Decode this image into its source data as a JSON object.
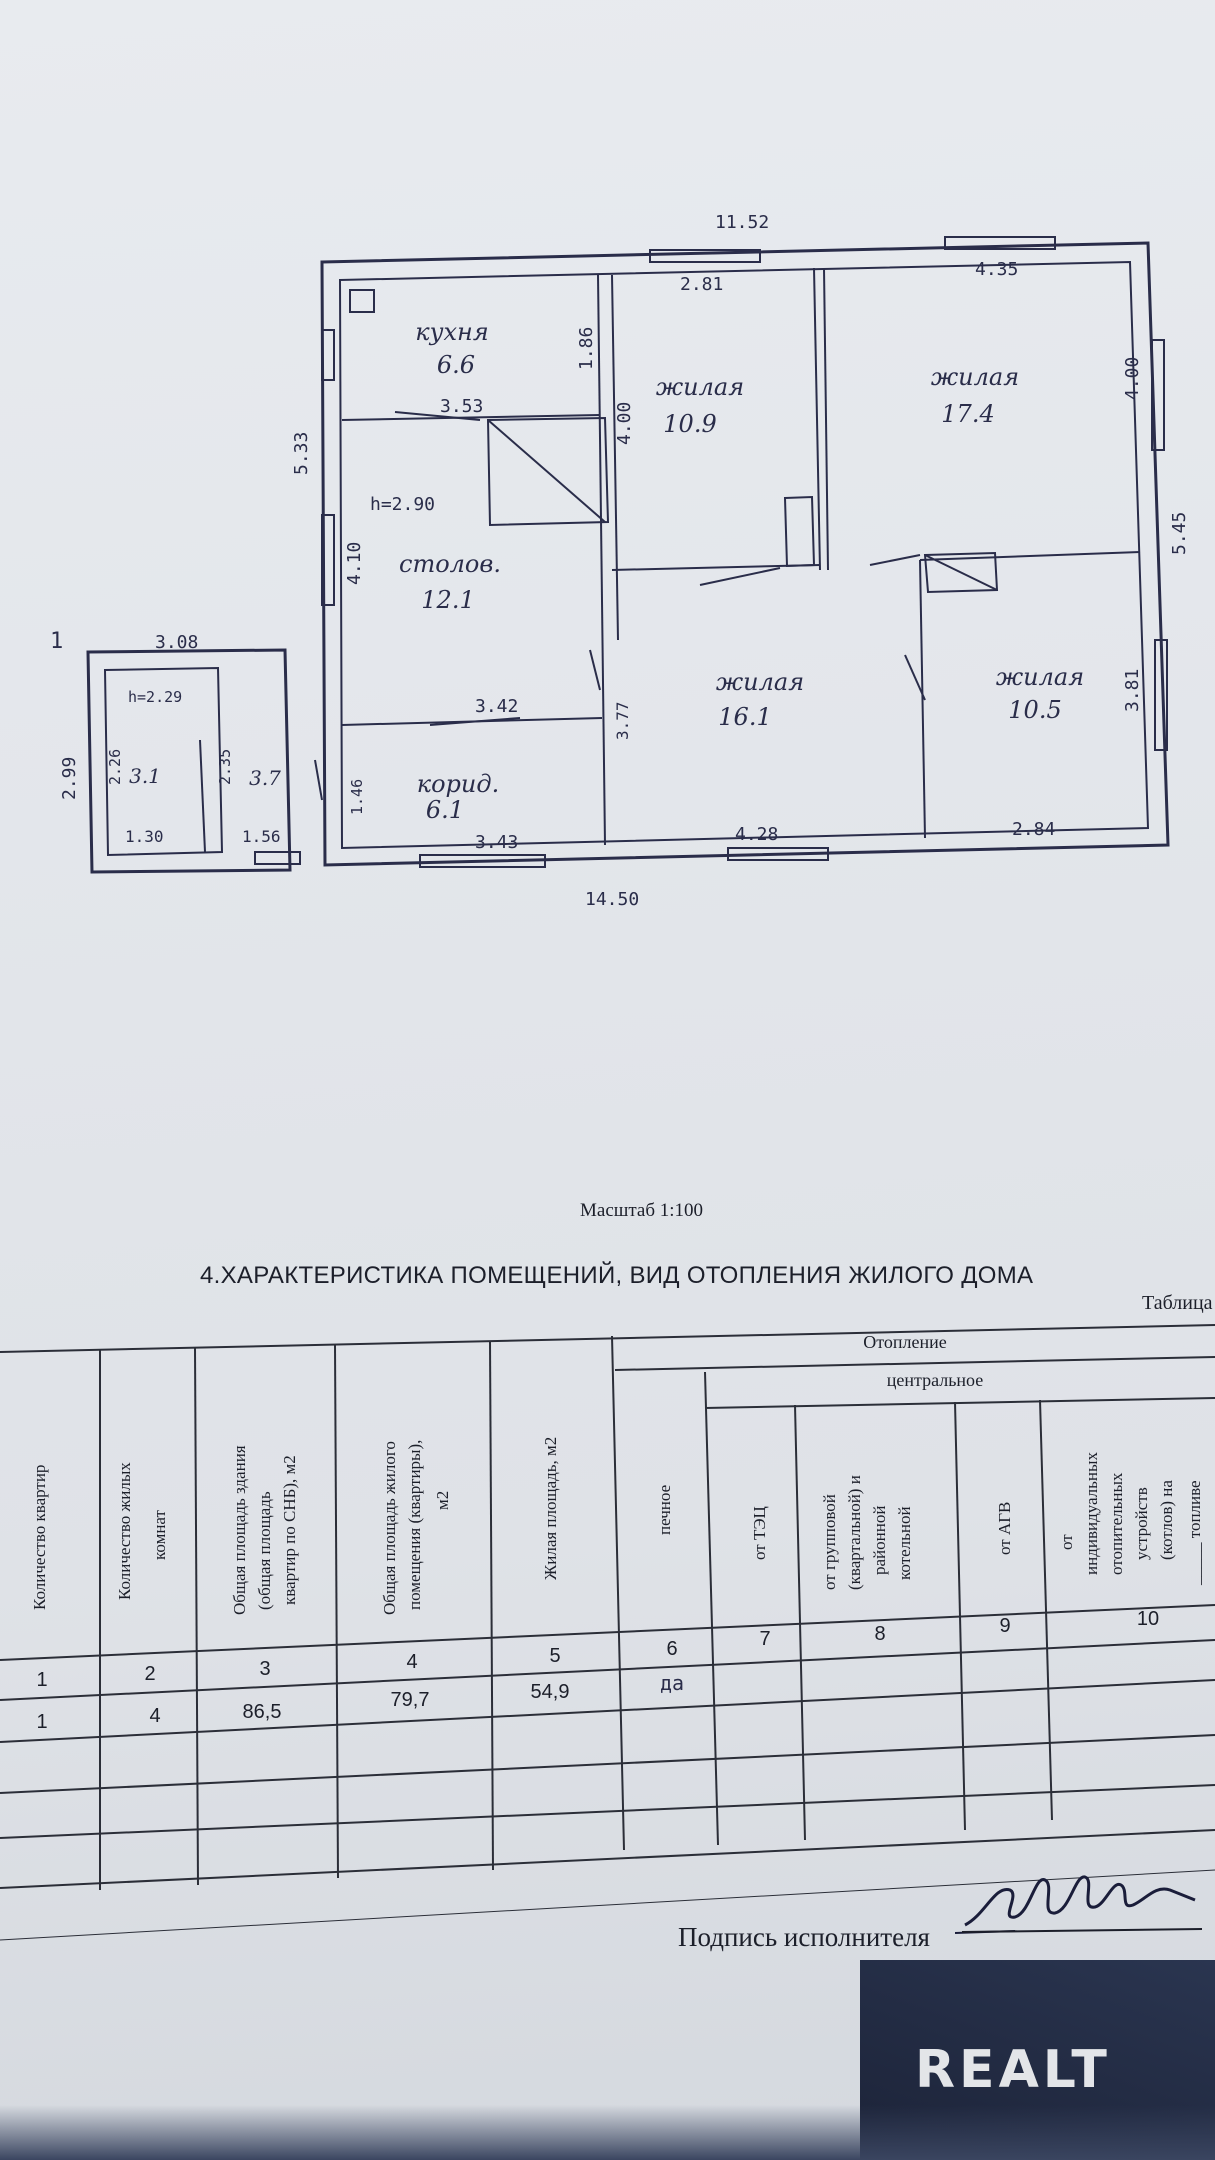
{
  "plan": {
    "section_marker": "1",
    "dimensions": {
      "top_total": "11.52",
      "bottom_total": "14.50",
      "left_house": "5.33",
      "right_house": "5.45",
      "porch_width": "3.08",
      "porch_height_left": "2.99",
      "porch_h": "h=2.29",
      "porch_left_depth": "2.26",
      "porch_right_depth": "2.35",
      "porch_left_width": "1.30",
      "porch_right_width": "1.56",
      "kitchen_width": "3.53",
      "kitchen_depth": "1.86",
      "ceiling_h": "h=2.90",
      "dining_depth": "4.10",
      "corridor_width_top": "3.42",
      "corridor_width_bottom": "3.43",
      "corridor_depth": "1.46",
      "room1_width": "2.81",
      "room1_depth": "4.00",
      "room2_width": "4.35",
      "room2_depth": "4.00",
      "room3_width": "4.28",
      "room3_depth": "3.77",
      "room4_width": "2.84",
      "room4_depth": "3.81"
    },
    "rooms": {
      "kitchen_name": "кухня",
      "kitchen_area": "6.6",
      "living1_name": "жилая",
      "living1_area": "10.9",
      "living2_name": "жилая",
      "living2_area": "17.4",
      "dining_name": "столов.",
      "dining_area": "12.1",
      "living3_name": "жилая",
      "living3_area": "16.1",
      "living4_name": "жилая",
      "living4_area": "10.5",
      "corridor_name": "корид.",
      "corridor_area": "6.1",
      "porch1_area": "3.1",
      "porch2_area": "3.7"
    }
  },
  "scale_label": "Масштаб 1:100",
  "section_title": "4.ХАРАКТЕРИСТИКА ПОМЕЩЕНИЙ, ВИД ОТОПЛЕНИЯ ЖИЛОГО ДОМА",
  "table_label": "Таблица",
  "table": {
    "group_heating": "Отопление",
    "group_central": "центральное",
    "columns": [
      {
        "num": "1",
        "label": "Количество квартир"
      },
      {
        "num": "2",
        "label": "Количество жилых комнат"
      },
      {
        "num": "3",
        "label": "Общая площадь здания (общая площадь квартир по СНБ), м2"
      },
      {
        "num": "4",
        "label": "Общая площадь жилого помещения (квартиры), м2"
      },
      {
        "num": "5",
        "label": "Жилая площадь, м2"
      },
      {
        "num": "6",
        "label": "печное"
      },
      {
        "num": "7",
        "label": "от ТЭЦ"
      },
      {
        "num": "8",
        "label": "от групповой (квартальной) и районной котельной"
      },
      {
        "num": "9",
        "label": "от АГВ"
      },
      {
        "num": "10",
        "label": "от индивидуальных отопительных устройств (котлов) на _____ топливе"
      }
    ],
    "row": [
      "1",
      "4",
      "86,5",
      "79,7",
      "54,9",
      "да",
      "",
      "",
      "",
      ""
    ]
  },
  "signature_label": "Подпись исполнителя",
  "watermark": "REALT",
  "colors": {
    "ink": "#2a2d4a",
    "paper": "#e4e7ec",
    "print": "#1c1f2a"
  }
}
